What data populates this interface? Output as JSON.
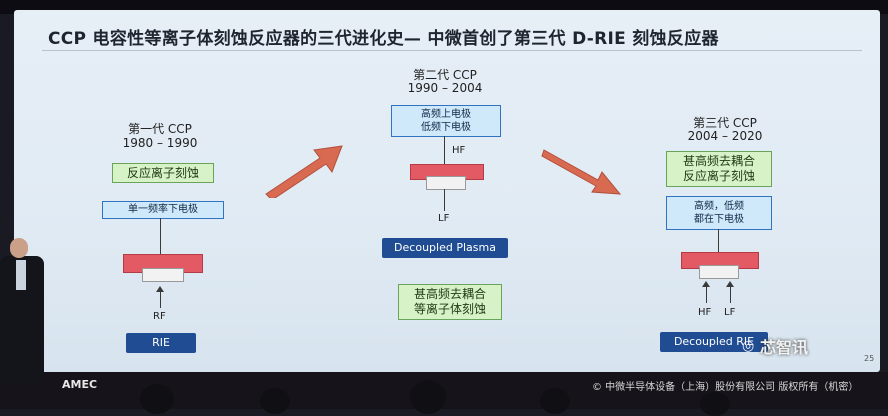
{
  "slide": {
    "title": "CCP 电容性等离子体刻蚀反应器的三代进化史— 中微首创了第三代 D-RIE 刻蚀反应器",
    "page_number": "25",
    "gen1": {
      "title": "第一代 CCP",
      "years": "1980 – 1990",
      "green_label": "反应离子刻蚀",
      "blue_label": "单一频率下电极",
      "signal": "RF",
      "badge": "RIE"
    },
    "gen2": {
      "title": "第二代 CCP",
      "years": "1990 – 2004",
      "blue_line1": "高频上电极",
      "blue_line2": "低频下电极",
      "signal_top": "HF",
      "signal_bottom": "LF",
      "badge": "Decoupled Plasma",
      "green_line1": "甚高频去耦合",
      "green_line2": "等离子体刻蚀"
    },
    "gen3": {
      "title": "第三代 CCP",
      "years": "2004 – 2020",
      "green_line1": "甚高频去耦合",
      "green_line2": "反应离子刻蚀",
      "blue_line1": "高频，低频",
      "blue_line2": "都在下电极",
      "signal_left": "HF",
      "signal_right": "LF",
      "badge": "Decoupled RIE"
    }
  },
  "footer": {
    "logo_text": "AMEC",
    "copyright": "© 中微半导体设备（上海）股份有限公司 版权所有（机密）"
  },
  "watermark": {
    "text": "芯智讯"
  },
  "colors": {
    "arrow": "#d96a52",
    "badge": "#1f4c93",
    "green_box": "#d7f2c7",
    "blue_box": "#cfe8fa",
    "electrode": "#e45a64"
  }
}
